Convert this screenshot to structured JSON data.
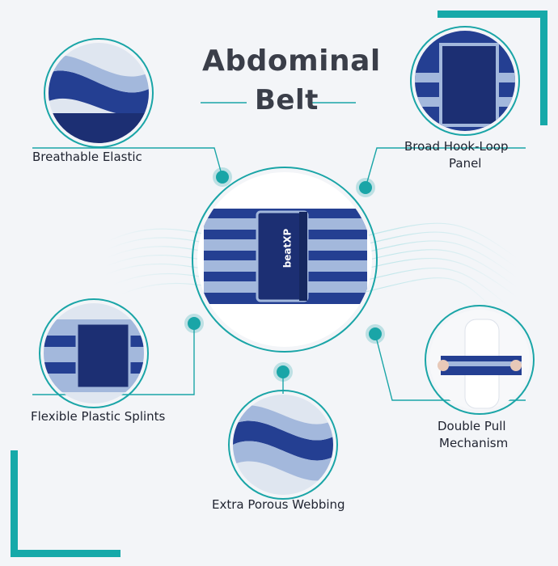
{
  "title": {
    "line1": "Abdominal",
    "line2": "Belt"
  },
  "features": {
    "breathable": "Breathable Elastic",
    "hook_loop_1": "Broad Hook-Loop",
    "hook_loop_2": "Panel",
    "splints": "Flexible Plastic Splints",
    "webbing": "Extra Porous Webbing",
    "pull_1": "Double Pull",
    "pull_2": "Mechanism"
  },
  "brand": {
    "logo_text": "beatXP"
  },
  "colors": {
    "accent": "#1aa5a7",
    "navy": "#1f3d8f",
    "light_blue": "#9fb4da",
    "background": "#f3f5f8"
  }
}
